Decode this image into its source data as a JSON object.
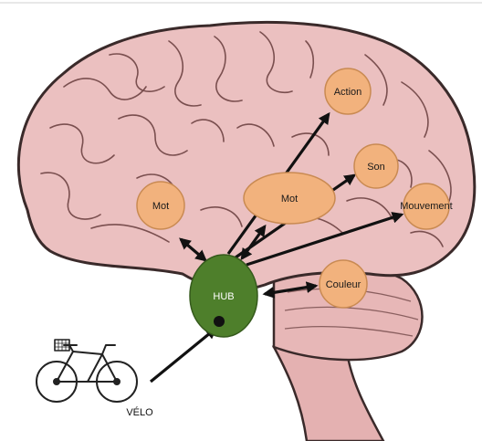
{
  "diagram": {
    "hub": {
      "label": "HUB"
    },
    "nodes": {
      "action": {
        "label": "Action"
      },
      "son": {
        "label": "Son"
      },
      "mouvement": {
        "label": "Mouvement"
      },
      "mot_left": {
        "label": "Mot"
      },
      "mot_center": {
        "label": "Mot"
      },
      "couleur": {
        "label": "Couleur"
      }
    },
    "input": {
      "label": "VÉLO",
      "icon": "bicycle-icon"
    },
    "colors": {
      "node_fill": "#f2b27d",
      "node_stroke": "#c98a52",
      "hub_fill": "#4e7f2b",
      "brain_fill": "#e9bcbc",
      "brain_stroke": "#3a2a2a",
      "arrow": "#111111"
    }
  }
}
